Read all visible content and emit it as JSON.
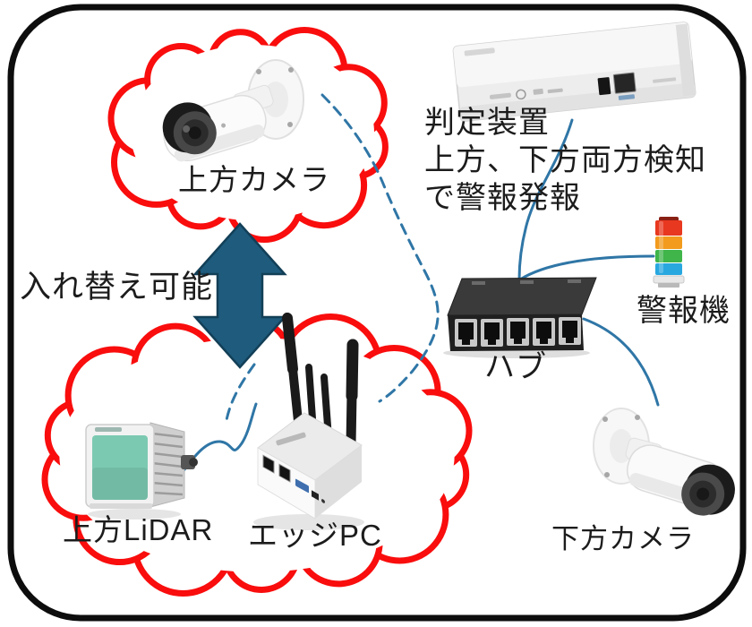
{
  "diagram": {
    "labels": {
      "upper_camera": "上方カメラ",
      "judgment_device": "判定装置",
      "judgment_note_line1": "上方、下方両方検知",
      "judgment_note_line2": "で警報発報",
      "swap": "入れ替え可能",
      "hub": "ハブ",
      "alarm": "警報機",
      "lidar": "上方LiDAR",
      "edge_pc": "エッジPC",
      "lower_camera": "下方カメラ"
    },
    "connections": [
      {
        "from": "上方カメラ",
        "to": "エッジPC",
        "style": "dashed"
      },
      {
        "from": "上方LiDAR",
        "to": "エッジPC",
        "style": "solid"
      },
      {
        "from": "判定装置",
        "to": "ハブ",
        "style": "solid"
      },
      {
        "from": "ハブ",
        "to": "警報機",
        "style": "solid"
      },
      {
        "from": "ハブ",
        "to": "下方カメラ",
        "style": "solid"
      },
      {
        "from": "上方カメラ",
        "to": "上方LiDAR",
        "style": "swap-arrow",
        "note": "入れ替え可能"
      }
    ],
    "colors": {
      "cloud": "#f90d0d",
      "arrow": "#1e5b7d",
      "arrow_edge": "#123f57",
      "connector": "#2f76a6",
      "border": "#0d0d0d",
      "text": "#1c1c1c",
      "lidar_window": "#7cc9b1",
      "alarm_red": "#e8381f",
      "alarm_orange": "#f29b1d",
      "alarm_green": "#3fb54a",
      "alarm_blue": "#29a8e0"
    }
  }
}
